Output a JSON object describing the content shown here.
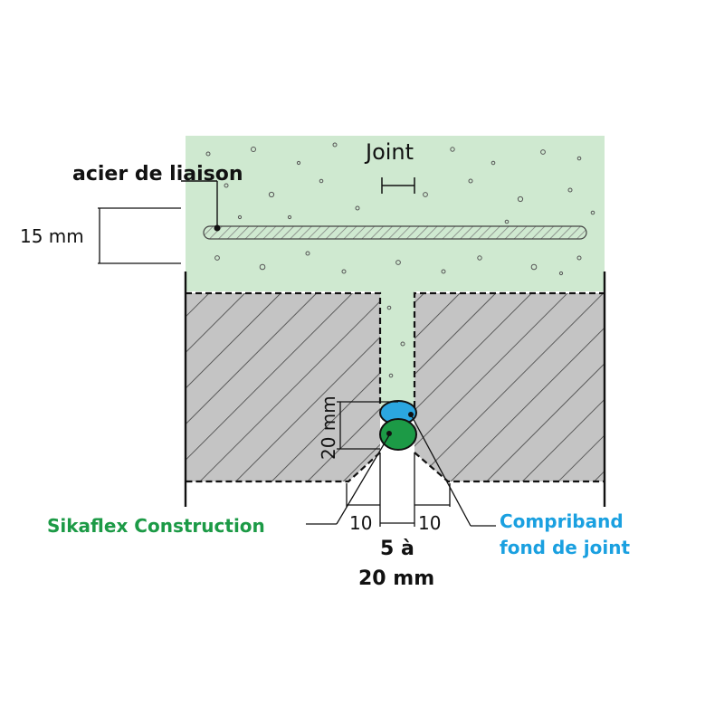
{
  "labels": {
    "joint": "Joint",
    "steel": "acier de liaison",
    "cover": "15 mm",
    "depth": "20 mm",
    "sealant": "Sikaflex Construction",
    "backing_line1": "Compriband",
    "backing_line2": "fond de joint",
    "chamfer_left": "10",
    "chamfer_right": "10",
    "width_line1": "5 à",
    "width_line2": "20 mm"
  },
  "colors": {
    "screed": "#cfe9d0",
    "concrete": "#c4c4c4",
    "sealant": "#1c9a46",
    "backing": "#2ba6e0",
    "sealant_text": "#1c9a46",
    "backing_text": "#1aa0e0",
    "ink": "#111111"
  }
}
